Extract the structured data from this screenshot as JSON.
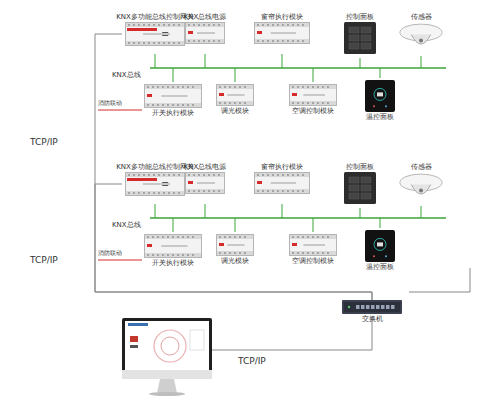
{
  "diagram": {
    "nodes": [
      {
        "text": [
          "KNX多功能总线控制网关"
        ]
      },
      {
        "text": [
          "KNX总线电源"
        ]
      },
      {
        "text": [
          "窗帘执行模块"
        ]
      },
      {
        "text": [
          "控制面板"
        ]
      },
      {
        "text": [
          "传感器"
        ]
      },
      {
        "text": [
          "开关执行模块"
        ]
      },
      {
        "text": [
          "调光模块"
        ]
      },
      {
        "text": [
          "空调控制模块"
        ]
      },
      {
        "text": [
          "温控面板"
        ]
      },
      {
        "text": [
          "KNX多功能总线控制网关"
        ]
      },
      {
        "text": [
          "KNX总线电源"
        ]
      },
      {
        "text": [
          "窗帘执行模块"
        ]
      },
      {
        "text": [
          "控制面板"
        ]
      },
      {
        "text": [
          "传感器"
        ]
      },
      {
        "text": [
          "开关执行模块"
        ]
      },
      {
        "text": [
          "调光模块"
        ]
      },
      {
        "text": [
          "空调控制模块"
        ]
      },
      {
        "text": [
          "温控面板"
        ]
      },
      {
        "text": [
          "交换机"
        ]
      }
    ],
    "edges": [
      {
        "from": 0,
        "to": 18,
        "arrow": "none",
        "label": "TCP/IP"
      },
      {
        "from": 9,
        "to": 18,
        "arrow": "none",
        "label": "TCP/IP"
      }
    ],
    "labels": [
      "KNX总线",
      "消防联动",
      "KNX总线",
      "消防联动",
      "TCP/IP"
    ]
  }
}
